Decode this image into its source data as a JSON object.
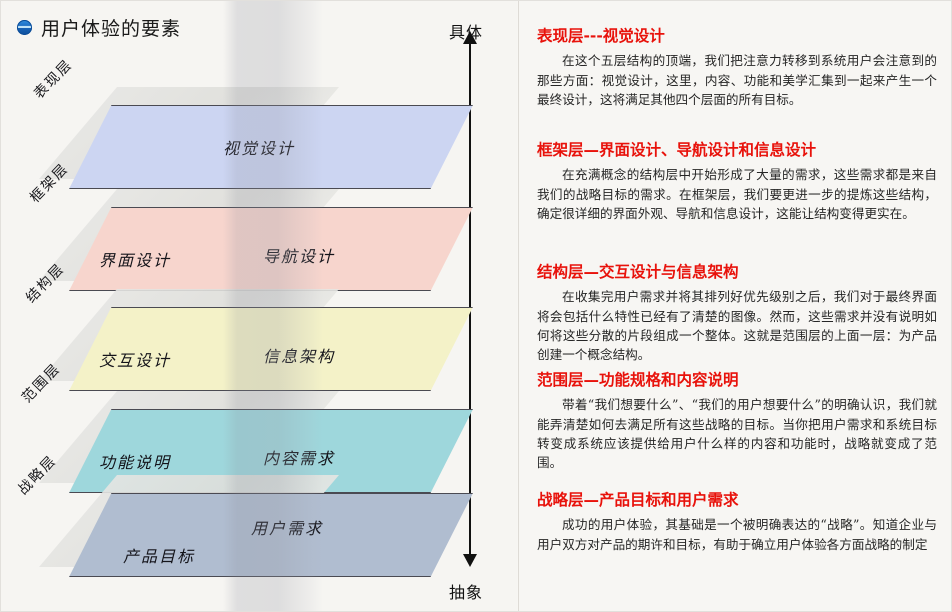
{
  "title": {
    "text": "用户体验的要素",
    "bullet_icon": "blue-sphere-bullet-icon"
  },
  "axis": {
    "top_label": "具体",
    "bottom_label": "抽象",
    "arrow_up_icon": "arrow-up-icon",
    "arrow_down_icon": "arrow-down-icon"
  },
  "diagram": {
    "layers": [
      {
        "side_label": "表现层",
        "fill": "#ccd5f2",
        "edge": "#5a6170",
        "left_text": "",
        "center_text": "视觉设计"
      },
      {
        "side_label": "框架层",
        "fill": "#f7d5cd",
        "edge": "#5a6170",
        "left_text": "界面设计",
        "center_text": "导航设计"
      },
      {
        "side_label": "结构层",
        "fill": "#f4f2c8",
        "edge": "#5a6170",
        "left_text": "交互设计",
        "center_text": "信息架构"
      },
      {
        "side_label": "范围层",
        "fill": "#9ed7dc",
        "edge": "#5a6170",
        "left_text": "功能说明",
        "center_text": "内容需求"
      },
      {
        "side_label": "战略层",
        "fill": "#b0bdd0",
        "edge": "#5a6170",
        "left_text": "产品目标",
        "center_text": "用户需求"
      }
    ]
  },
  "sections": [
    {
      "heading": "表现层---视觉设计",
      "body": "在这个五层结构的顶端，我们把注意力转移到系统用户会注意到的那些方面：视觉设计，这里，内容、功能和美学汇集到一起来产生一个最终设计，这将满足其他四个层面的所有目标。"
    },
    {
      "heading": "框架层—界面设计、导航设计和信息设计",
      "body": "在充满概念的结构层中开始形成了大量的需求，这些需求都是来自我们的战略目标的需求。在框架层，我们要更进一步的提炼这些结构，确定很详细的界面外观、导航和信息设计，这能让结构变得更实在。"
    },
    {
      "heading": "结构层—交互设计与信息架构",
      "body": "在收集完用户需求并将其排列好优先级别之后，我们对于最终界面将会包括什么特性已经有了清楚的图像。然而，这些需求并没有说明如何将这些分散的片段组成一个整体。这就是范围层的上面一层：为产品创建一个概念结构。"
    },
    {
      "heading": "范围层—功能规格和内容说明",
      "body": "带着“我们想要什么”、“我们的用户想要什么”的明确认识，我们就能弄清楚如何去满足所有这些战略的目标。当你把用户需求和系统目标转变成系统应该提供给用户什么样的内容和功能时，战略就变成了范围。"
    },
    {
      "heading": "战略层—产品目标和用户需求",
      "body": "成功的用户体验，其基础是一个被明确表达的“战略”。知道企业与用户双方对产品的期许和目标，有助于确立用户体验各方面战略的制定"
    }
  ],
  "colors": {
    "heading_red": "#e8120b",
    "background": "#f7f6f3",
    "axis": "#111111"
  }
}
